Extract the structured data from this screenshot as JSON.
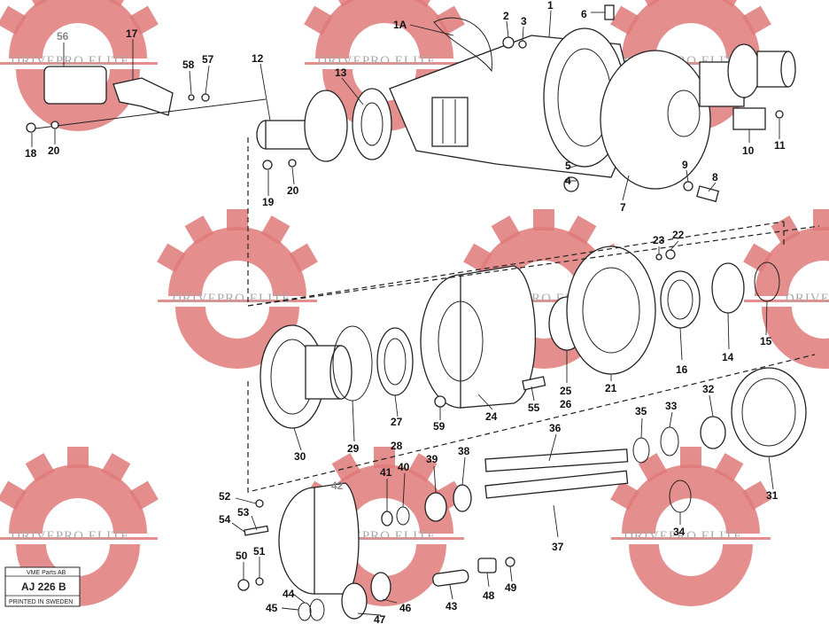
{
  "watermark": {
    "text": "DRIVEPRO ELITE",
    "color": "#e07a7a"
  },
  "stamp": {
    "company": "VME Parts AB",
    "code": "AJ 226 B",
    "printed": "PRINTED IN SWEDEN"
  },
  "callouts": [
    {
      "label": "1A"
    },
    {
      "label": "1"
    },
    {
      "label": "2"
    },
    {
      "label": "3"
    },
    {
      "label": "6"
    },
    {
      "label": "56"
    },
    {
      "label": "17"
    },
    {
      "label": "58"
    },
    {
      "label": "57"
    },
    {
      "label": "12"
    },
    {
      "label": "13"
    },
    {
      "label": "18"
    },
    {
      "label": "20"
    },
    {
      "label": "19"
    },
    {
      "label": "20"
    },
    {
      "label": "5"
    },
    {
      "label": "4"
    },
    {
      "label": "7"
    },
    {
      "label": "9"
    },
    {
      "label": "8"
    },
    {
      "label": "10"
    },
    {
      "label": "11"
    },
    {
      "label": "23"
    },
    {
      "label": "22"
    },
    {
      "label": "16"
    },
    {
      "label": "14"
    },
    {
      "label": "15"
    },
    {
      "label": "21"
    },
    {
      "label": "25"
    },
    {
      "label": "26"
    },
    {
      "label": "24"
    },
    {
      "label": "55"
    },
    {
      "label": "59"
    },
    {
      "label": "27"
    },
    {
      "label": "28"
    },
    {
      "label": "29"
    },
    {
      "label": "30"
    },
    {
      "label": "35"
    },
    {
      "label": "33"
    },
    {
      "label": "32"
    },
    {
      "label": "31"
    },
    {
      "label": "36"
    },
    {
      "label": "38"
    },
    {
      "label": "39"
    },
    {
      "label": "40"
    },
    {
      "label": "41"
    },
    {
      "label": "42"
    },
    {
      "label": "52"
    },
    {
      "label": "53"
    },
    {
      "label": "54"
    },
    {
      "label": "50"
    },
    {
      "label": "51"
    },
    {
      "label": "44"
    },
    {
      "label": "45"
    },
    {
      "label": "46"
    },
    {
      "label": "47"
    },
    {
      "label": "43"
    },
    {
      "label": "48"
    },
    {
      "label": "49"
    },
    {
      "label": "37"
    },
    {
      "label": "34"
    }
  ]
}
